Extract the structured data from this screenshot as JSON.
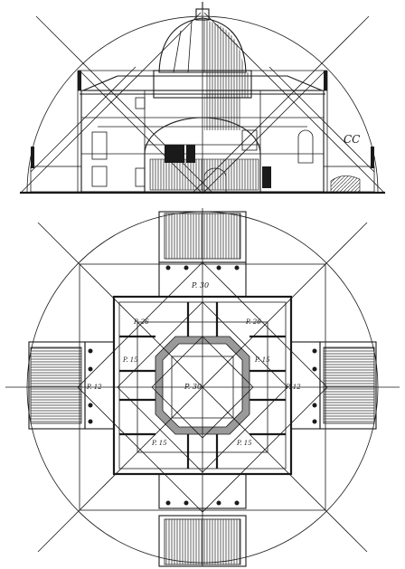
{
  "plate": {
    "elevation_label": "CC",
    "plan_labels": {
      "north_room": "P. 30",
      "center": "P. 30",
      "west_hall": "P. 12",
      "east_hall": "P. 12",
      "nw_room": "P. 26",
      "ne_room": "P. 26",
      "w_room": "P. 15",
      "e_room": "P. 15",
      "sw_room": "P. 15",
      "se_room": "P. 15"
    }
  }
}
